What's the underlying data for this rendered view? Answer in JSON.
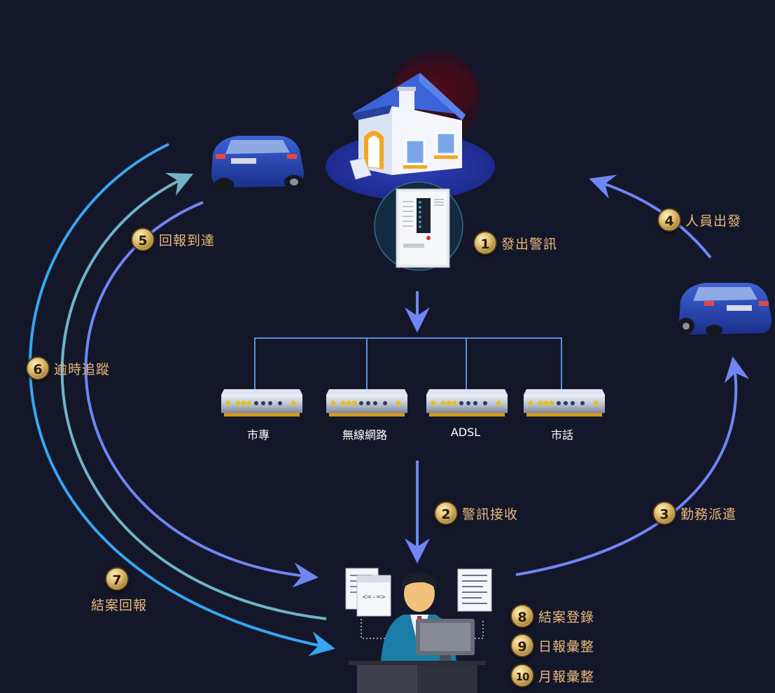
{
  "steps": [
    {
      "num": "1",
      "label": "發出警訊"
    },
    {
      "num": "2",
      "label": "警訊接收"
    },
    {
      "num": "3",
      "label": "勤務派遣"
    },
    {
      "num": "4",
      "label": "人員出發"
    },
    {
      "num": "5",
      "label": "回報到達"
    },
    {
      "num": "6",
      "label": "逾時追蹤"
    },
    {
      "num": "7",
      "label": "結案回報"
    },
    {
      "num": "8",
      "label": "結案登錄"
    },
    {
      "num": "9",
      "label": "日報彙整"
    },
    {
      "num": "10",
      "label": "月報彙整"
    }
  ],
  "networks": [
    "市專",
    "無線網路",
    "ADSL",
    "市話"
  ],
  "colors": {
    "background": "#141729",
    "arrow_blue": "#6f86f5",
    "arrow_teal": "#6fb4c9",
    "arrow_sky": "#36a6f2",
    "label_gold": "#e6b979"
  },
  "icons": [
    "house-icon",
    "alarm-panel-icon",
    "car-icon",
    "router-icon",
    "operator-icon",
    "document-icon"
  ]
}
